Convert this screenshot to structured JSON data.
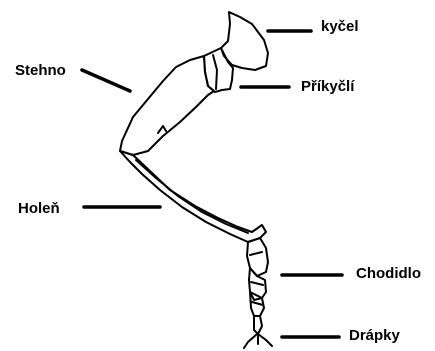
{
  "diagram": {
    "labels": {
      "kycel": "kyčel",
      "prikycli": "Příkyčlí",
      "stehno": "Stehno",
      "holen": "Holeň",
      "chodidlo": "Chodidlo",
      "drapky": "Drápky"
    },
    "colors": {
      "ink": "#000000",
      "background": "#ffffff"
    }
  }
}
